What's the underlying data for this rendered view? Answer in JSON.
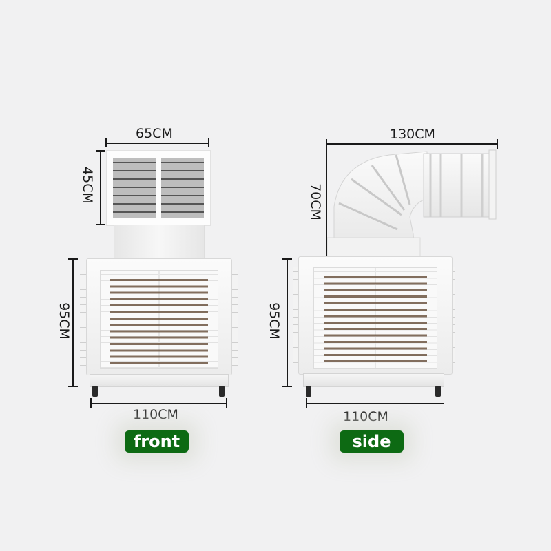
{
  "views": [
    {
      "id": "front",
      "label": "front",
      "dimensions": {
        "outlet_width": "65CM",
        "outlet_height": "45CM",
        "body_height": "95CM",
        "body_width": "110CM"
      }
    },
    {
      "id": "side",
      "label": "side",
      "dimensions": {
        "duct_width": "130CM",
        "duct_height": "70CM",
        "body_height": "95CM",
        "body_width": "110CM"
      }
    }
  ],
  "colors": {
    "background": "#f1f1f2",
    "badge": "#0d6a13",
    "dimension_line": "#1a1a1a",
    "cooling_pad": "#6d5642"
  }
}
